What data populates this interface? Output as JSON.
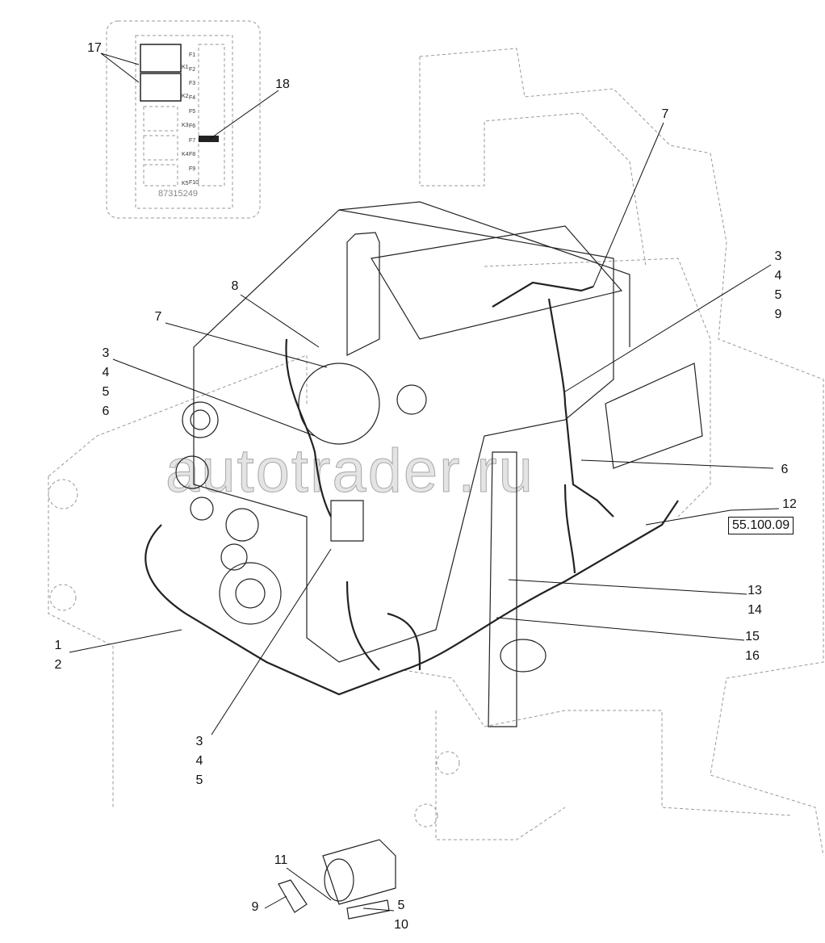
{
  "diagram": {
    "reference_code": "55.100.09",
    "fuse_box": {
      "part_number": "87315249",
      "relays": [
        "K1",
        "K2",
        "K3",
        "K4",
        "K5"
      ],
      "fuses": [
        "F1",
        "F2",
        "F3",
        "F4",
        "F5",
        "F6",
        "F7",
        "F8",
        "F9",
        "F10"
      ]
    },
    "callouts": [
      {
        "id": "c17",
        "lines": [
          "17"
        ]
      },
      {
        "id": "c18",
        "lines": [
          "18"
        ]
      },
      {
        "id": "c7a",
        "lines": [
          "7"
        ]
      },
      {
        "id": "c3459",
        "lines": [
          "3",
          "4",
          "5",
          "9"
        ]
      },
      {
        "id": "c8",
        "lines": [
          "8"
        ]
      },
      {
        "id": "c7b",
        "lines": [
          "7"
        ]
      },
      {
        "id": "c3456",
        "lines": [
          "3",
          "4",
          "5",
          "6"
        ]
      },
      {
        "id": "c6",
        "lines": [
          "6"
        ]
      },
      {
        "id": "c12",
        "lines": [
          "12"
        ]
      },
      {
        "id": "c1314",
        "lines": [
          "13",
          "14"
        ]
      },
      {
        "id": "c1516",
        "lines": [
          "15",
          "16"
        ]
      },
      {
        "id": "c12b",
        "lines": [
          "1",
          "2"
        ]
      },
      {
        "id": "c345",
        "lines": [
          "3",
          "4",
          "5"
        ]
      },
      {
        "id": "c11",
        "lines": [
          "11"
        ]
      },
      {
        "id": "c9",
        "lines": [
          "9"
        ]
      },
      {
        "id": "c510",
        "lines": [
          "5",
          "10"
        ]
      }
    ],
    "watermark": "autotrader.ru"
  }
}
